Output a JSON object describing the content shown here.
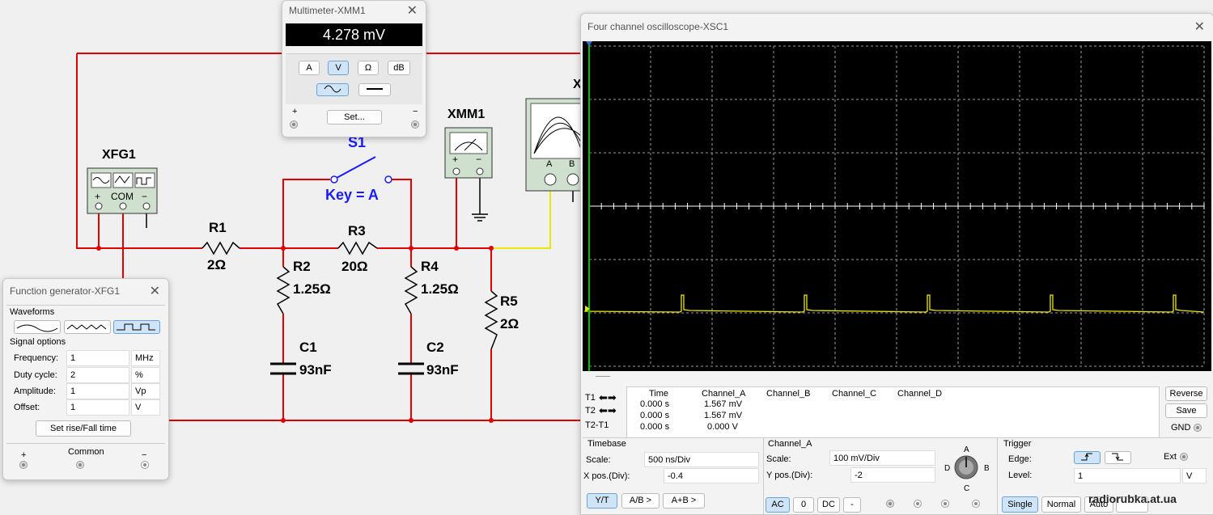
{
  "circuit": {
    "xfg1_label": "XFG1",
    "xfg1_terminals": [
      "+",
      "COM",
      "−"
    ],
    "r1_name": "R1",
    "r1_value": "2Ω",
    "r2_name": "R2",
    "r2_value": "1.25Ω",
    "r3_name": "R3",
    "r3_value": "20Ω",
    "r4_name": "R4",
    "r4_value": "1.25Ω",
    "r5_name": "R5",
    "r5_value": "2Ω",
    "c1_name": "C1",
    "c1_value": "93nF",
    "c2_name": "C2",
    "c2_value": "93nF",
    "s1_name": "S1",
    "s1_key": "Key = A",
    "xmm1_label": "XMM1",
    "xmm1_terminals": [
      "+",
      "−"
    ],
    "xsc1_label": "X",
    "xsc1_terminals": [
      "A",
      "B"
    ],
    "wire_color": "#e00000",
    "probe_color": "#e8e800"
  },
  "multimeter": {
    "title": "Multimeter-XMM1",
    "display": "4.278 mV",
    "modes": [
      "A",
      "V",
      "Ω",
      "dB"
    ],
    "selected_mode": "V",
    "set_label": "Set...",
    "plus": "+",
    "minus": "−"
  },
  "function_generator": {
    "title": "Function generator-XFG1",
    "waveforms_label": "Waveforms",
    "selected_waveform": "square",
    "signal_options_label": "Signal options",
    "rows": [
      {
        "label": "Frequency:",
        "value": "1",
        "unit": "MHz"
      },
      {
        "label": "Duty cycle:",
        "value": "2",
        "unit": "%"
      },
      {
        "label": "Amplitude:",
        "value": "1",
        "unit": "Vp"
      },
      {
        "label": "Offset:",
        "value": "1",
        "unit": "V"
      }
    ],
    "rise_fall_label": "Set rise/Fall time",
    "plus": "+",
    "common": "Common",
    "minus": "−"
  },
  "oscilloscope": {
    "title": "Four channel oscilloscope-XSC1",
    "trace_color": "#e8e800",
    "screen_bg": "#000000",
    "pulse_positions_div": [
      1.5,
      3.5,
      5.5,
      7.5,
      9.5
    ],
    "readout": {
      "headers": [
        "Time",
        "Channel_A",
        "Channel_B",
        "Channel_C",
        "Channel_D"
      ],
      "rows": [
        {
          "label": "T1",
          "time": "0.000 s",
          "a": "1.567 mV"
        },
        {
          "label": "T2",
          "time": "0.000 s",
          "a": "1.567 mV"
        },
        {
          "label": "T2-T1",
          "time": "0.000 s",
          "a": "0.000 V"
        }
      ]
    },
    "reverse_label": "Reverse",
    "save_label": "Save",
    "gnd_label": "GND",
    "timebase": {
      "title": "Timebase",
      "scale_label": "Scale:",
      "scale_value": "500 ns/Div",
      "xpos_label": "X pos.(Div):",
      "xpos_value": "-0.4",
      "buttons": [
        "Y/T",
        "A/B >",
        "A+B >"
      ],
      "selected": "Y/T"
    },
    "channel": {
      "title": "Channel_A",
      "scale_label": "Scale:",
      "scale_value": "100 mV/Div",
      "ypos_label": "Y pos.(Div):",
      "ypos_value": "-2",
      "knob_labels": [
        "A",
        "B",
        "C",
        "D"
      ],
      "coupling": [
        "AC",
        "0",
        "DC",
        "-"
      ],
      "selected": "AC"
    },
    "trigger": {
      "title": "Trigger",
      "edge_label": "Edge:",
      "ext_label": "Ext",
      "level_label": "Level:",
      "level_value": "1",
      "level_unit": "V",
      "modes": [
        "Single",
        "Normal",
        "Auto"
      ],
      "selected": "Single"
    }
  },
  "watermark": "radiorubka.at.ua"
}
